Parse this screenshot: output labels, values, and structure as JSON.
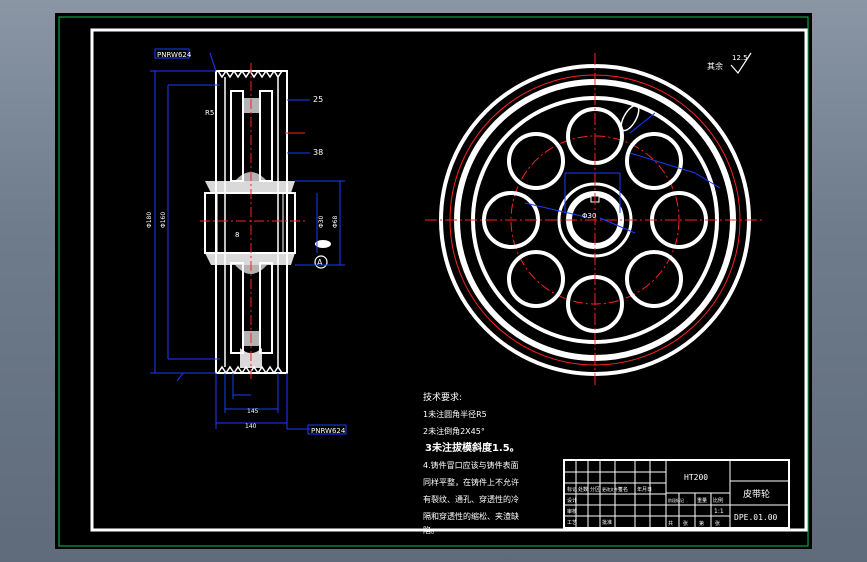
{
  "drawing": {
    "surface_finish": {
      "label": "其余",
      "value": "12.5"
    },
    "side_view_dims": {
      "tag_top": "PNRW624",
      "tag_bottom": "PNRW624",
      "angle_1": "25",
      "angle_2": "38",
      "dim_r": "R5",
      "dim_width_top": "145",
      "dim_width_bottom": "140",
      "dim_height": "Φ180",
      "dim_inner": "Φ160",
      "dim_bore": "Φ30",
      "dim_hub": "Φ68",
      "dim_key": "8",
      "datum": "A"
    },
    "tech_requirements": {
      "title": "技术要求:",
      "items": [
        "1未注圆角半径R5",
        "2未注倒角2X45°",
        "3未注拔模斜度1.5。",
        "4.铸件冒口应该与铸件表面",
        "同样平整，在铸件上不允许",
        "有裂纹、通孔、穿透性的冷",
        "隔和穿透性的缩松、夹渣缺",
        "陷。"
      ]
    },
    "title_block": {
      "material": "HT200",
      "part_name": "皮带轮",
      "drawing_number": "DPE.01.00",
      "scale_label": "1:1",
      "cells": [
        "标记",
        "处数",
        "分区",
        "更改文件号",
        "签名",
        "年月日",
        "设计",
        "审核",
        "工艺",
        "批准",
        "阶段标记",
        "重量",
        "比例",
        "共",
        "张",
        "第",
        "张"
      ]
    },
    "colors": {
      "line": "#ffffff",
      "blue": "#1a3cff",
      "red": "#ff2020",
      "cyan": "#33e0ff",
      "green": "#00c853",
      "yellow": "#ffff00"
    }
  }
}
